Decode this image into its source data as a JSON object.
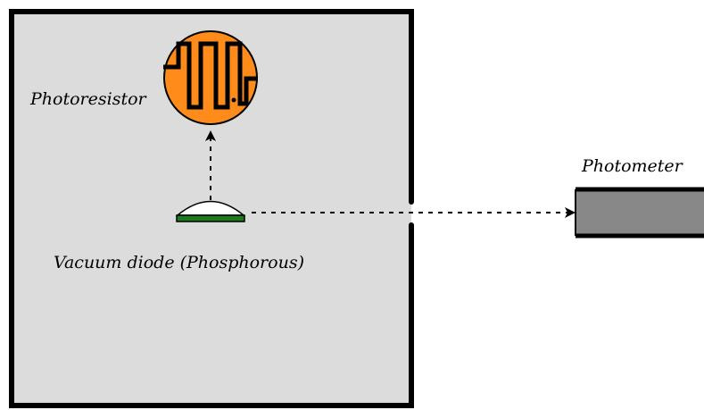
{
  "diagram": {
    "labels": {
      "photoresistor": "Photoresistor",
      "vacuum_diode": "Vacuum diode (Phosphorous)",
      "photometer": "Photometer"
    },
    "colors": {
      "box_fill": "#dcdcdc",
      "box_stroke": "#000000",
      "photoresistor_fill": "#ff8c1a",
      "diode_base": "#1e7a1e",
      "diode_dome": "#ffffff",
      "photometer_fill": "#888888"
    }
  }
}
